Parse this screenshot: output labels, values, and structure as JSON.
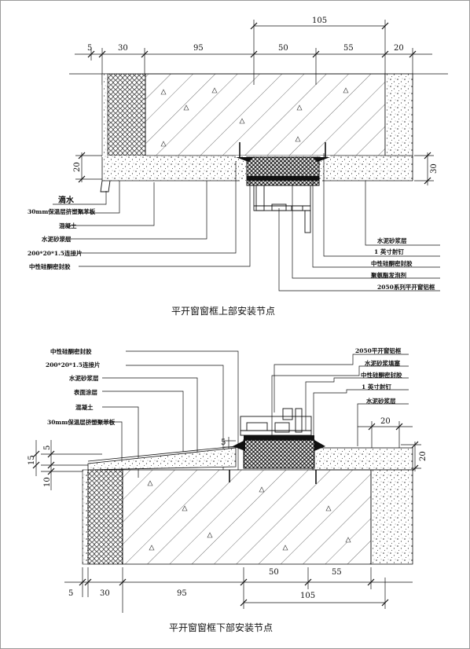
{
  "top_detail": {
    "caption": "平开窗窗框上部安装节点",
    "dims_top": [
      "5",
      "30",
      "95",
      "50",
      "55",
      "20"
    ],
    "dim_overall": "105",
    "dim_left_side": "20",
    "dim_right_side": "30",
    "labels_left": [
      "滴水",
      "30mm保温层挤塑聚苯板",
      "混凝土",
      "水泥砂浆层",
      "200*20*1.5连接片",
      "中性硅酮密封胶"
    ],
    "labels_right": [
      "水泥砂浆层",
      "1 英寸射钉",
      "中性硅酮密封胶",
      "聚氨酯发泡剂",
      "2050系列平开窗铝框"
    ]
  },
  "bottom_detail": {
    "caption": "平开窗窗框下部安装节点",
    "labels_left": [
      "中性硅酮密封胶",
      "200*20*1.5连接片",
      "水泥砂浆层",
      "表面涂层",
      "混凝土",
      "30mm保温层挤塑聚苯板"
    ],
    "labels_right": [
      "2050平开窗铝框",
      "水泥砂浆填塞",
      "中性硅酮密封胶",
      "1 英寸射钉",
      "水泥砂浆层"
    ],
    "dims_bottom": [
      "5",
      "30",
      "95",
      "50",
      "55"
    ],
    "dim_overall": "105",
    "dim_top_20": "20",
    "dim_right_20": "20",
    "dims_left": [
      "15",
      "5",
      "10"
    ],
    "dim_small_5": "5"
  }
}
